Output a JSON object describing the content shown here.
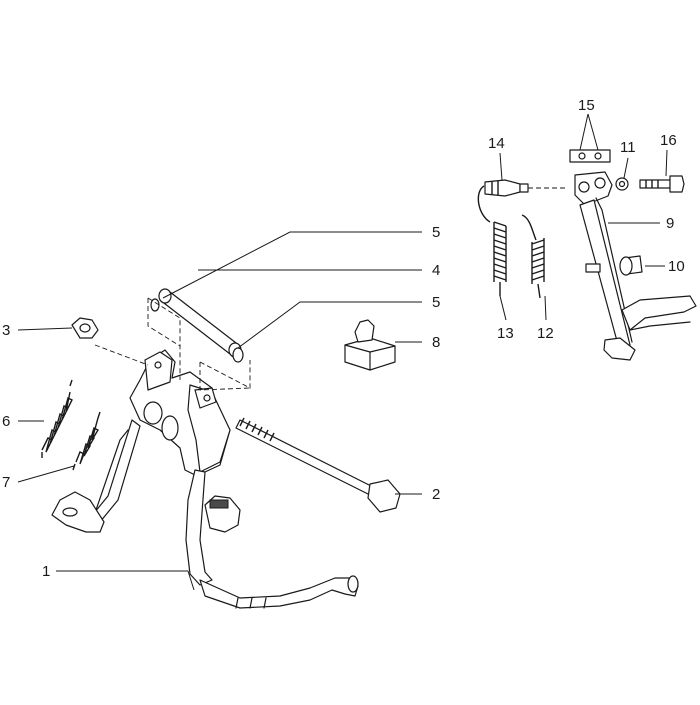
{
  "diagram": {
    "labels": {
      "l1": "1",
      "l2": "2",
      "l3": "3",
      "l4": "4",
      "l5a": "5",
      "l5b": "5",
      "l6": "6",
      "l7": "7",
      "l8": "8",
      "l9": "9",
      "l10": "10",
      "l11": "11",
      "l12": "12",
      "l13": "13",
      "l14": "14",
      "l15": "15",
      "l16": "16"
    },
    "colors": {
      "line": "#1a1a1a",
      "fill": "#ffffff",
      "shade": "#4a4a4a"
    }
  }
}
